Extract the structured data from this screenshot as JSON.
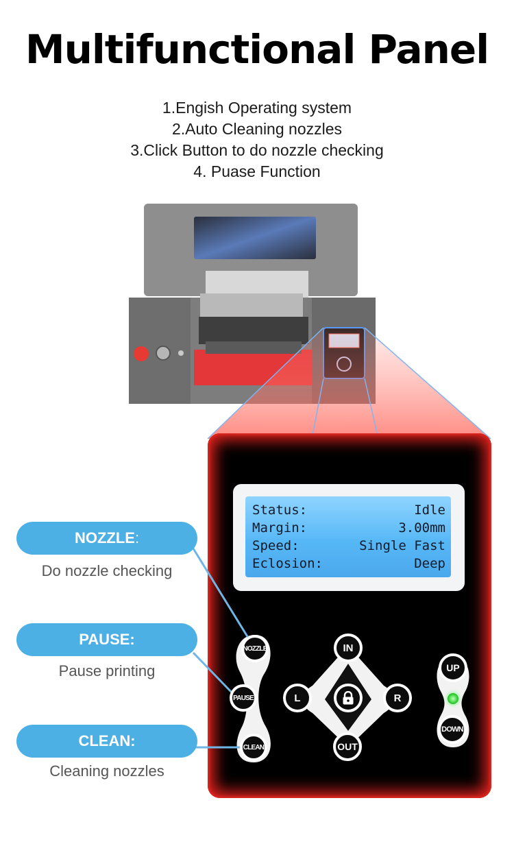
{
  "title": "Multifunctional Panel",
  "features": [
    "1.Engish Operating system",
    "2.Auto Cleaning nozzles",
    "3.Click Button to do nozzle checking",
    "4. Puase Function"
  ],
  "lcd": {
    "rows": [
      {
        "label": "Status:",
        "value": "Idle"
      },
      {
        "label": "Margin:",
        "value": "3.00mm"
      },
      {
        "label": "Speed:",
        "value": "Single Fast"
      },
      {
        "label": "Eclosion:",
        "value": "Deep"
      }
    ]
  },
  "buttons": {
    "nozzle": "NOZZLE",
    "pause": "PAUSE",
    "clean": "CLEAN",
    "in": "IN",
    "out": "OUT",
    "left": "L",
    "right": "R",
    "up": "UP",
    "down": "DOWN"
  },
  "callouts": [
    {
      "title": "NOZZLE",
      "colon": ":",
      "desc": "Do nozzle checking"
    },
    {
      "title": "PAUSE",
      "colon": ":",
      "desc": "Pause printing"
    },
    {
      "title": "CLEAN",
      "colon": ":",
      "desc": "Cleaning nozzles"
    }
  ],
  "icons": {
    "center": "lock-icon"
  },
  "colors": {
    "callout_blue": "#4cb0e4",
    "panel_glow": "#e0221d",
    "lcd_blue": "#57b8f6",
    "led_green": "#37d43b"
  }
}
